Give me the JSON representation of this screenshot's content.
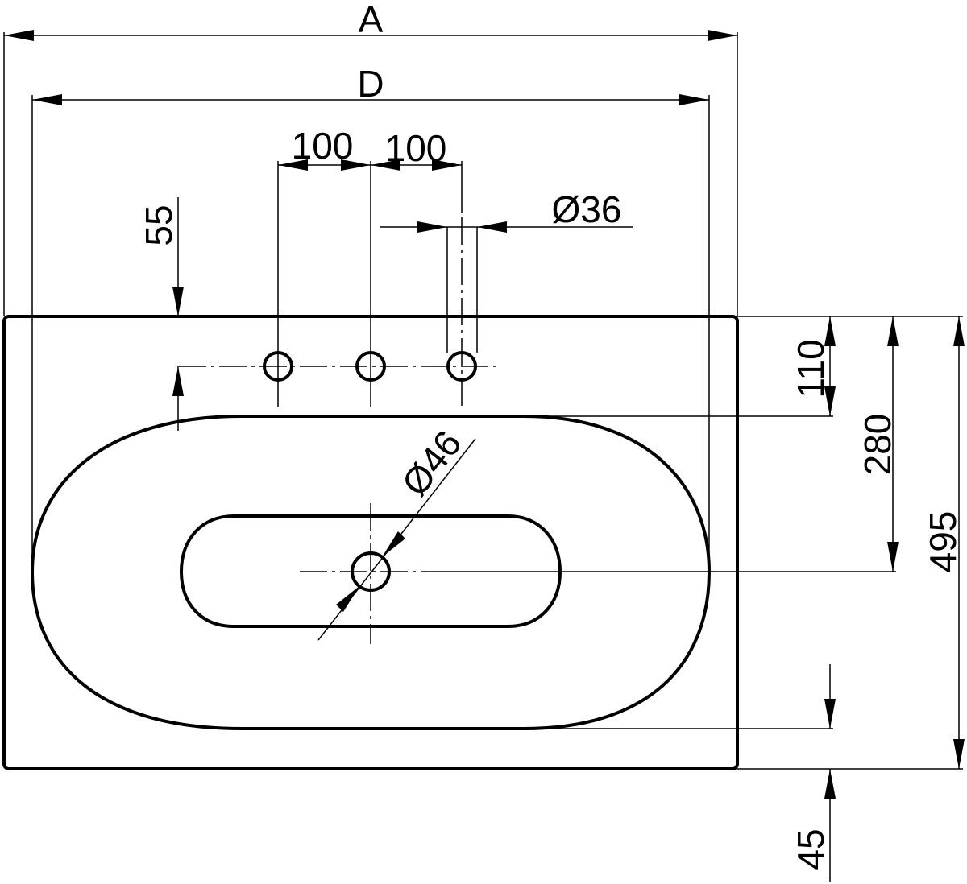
{
  "labels": {
    "overall_width": "A",
    "inner_width": "D",
    "hole_spacing_left": "100",
    "hole_spacing_right": "100",
    "tap_hole_diameter": "Ø36",
    "tap_hole_offset": "55",
    "drain_diameter": "Ø46",
    "bowl_top_offset": "110",
    "drain_center_depth": "280",
    "overall_depth": "495",
    "bowl_bottom_offset": "45"
  }
}
